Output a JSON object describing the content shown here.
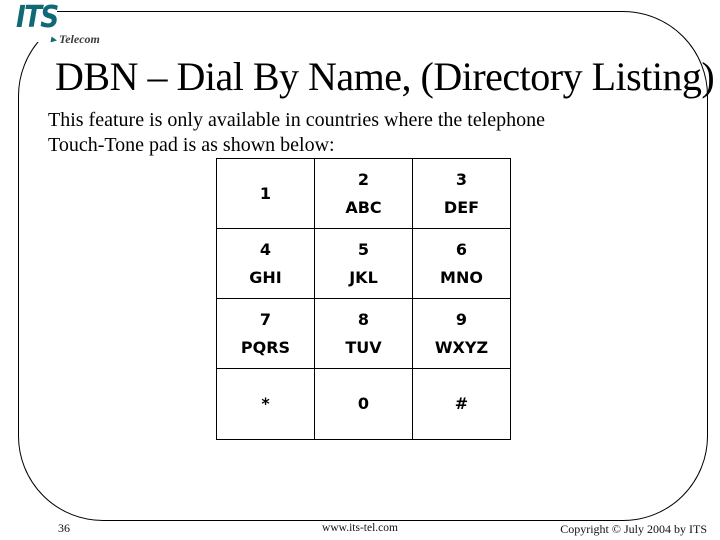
{
  "logo": {
    "brand": "ITS",
    "sub_brand": "Telecom",
    "brand_color": "#106a75",
    "sub_color": "#3c3c3c"
  },
  "title": "DBN – Dial By Name, (Directory Listing)",
  "body": {
    "line1": "This feature is only available in countries where the telephone",
    "line2": "Touch-Tone pad is as shown below:"
  },
  "keypad": {
    "rows": [
      [
        {
          "digit": "1",
          "letters": ""
        },
        {
          "digit": "2",
          "letters": "ABC"
        },
        {
          "digit": "3",
          "letters": "DEF"
        }
      ],
      [
        {
          "digit": "4",
          "letters": "GHI"
        },
        {
          "digit": "5",
          "letters": "JKL"
        },
        {
          "digit": "6",
          "letters": "MNO"
        }
      ],
      [
        {
          "digit": "7",
          "letters": "PQRS"
        },
        {
          "digit": "8",
          "letters": "TUV"
        },
        {
          "digit": "9",
          "letters": "WXYZ"
        }
      ],
      [
        {
          "digit": "*",
          "letters": ""
        },
        {
          "digit": "0",
          "letters": ""
        },
        {
          "digit": "#",
          "letters": ""
        }
      ]
    ]
  },
  "footer": {
    "page_number": "36",
    "website": "www.its-tel.com",
    "copyright": "Copyright © July 2004 by ITS"
  }
}
